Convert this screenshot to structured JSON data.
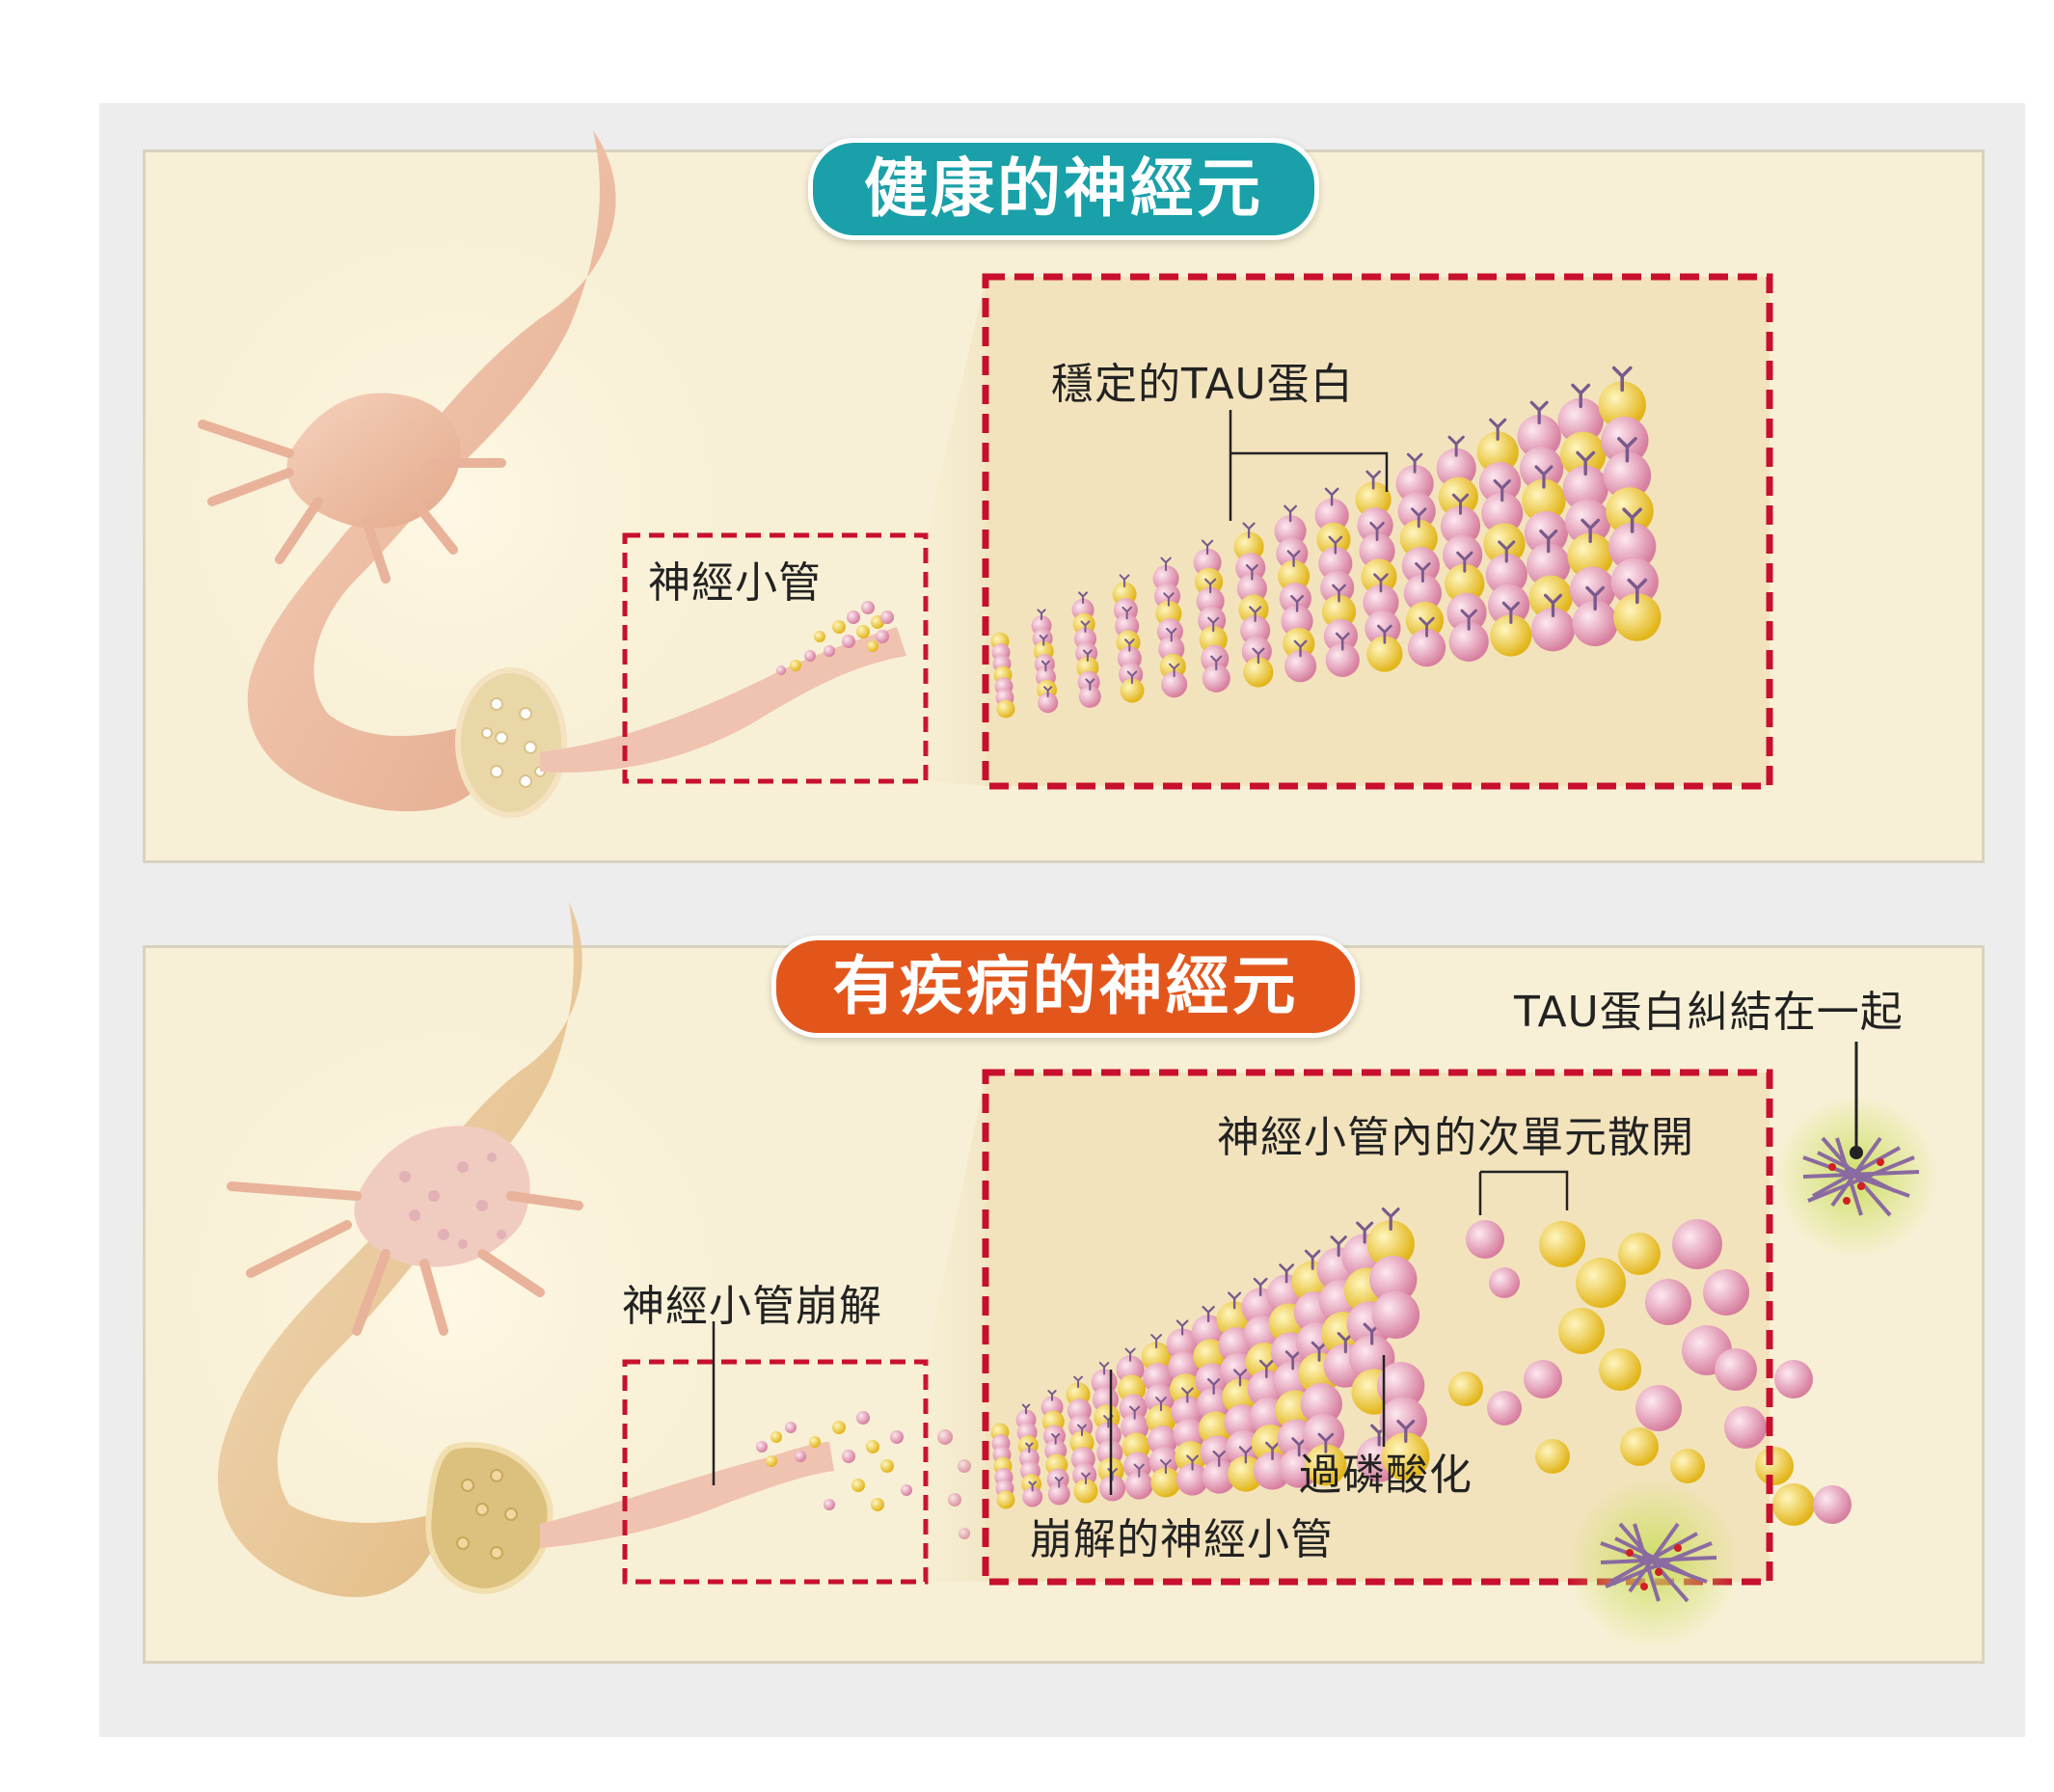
{
  "healthy": {
    "title": "健康的神經元",
    "microtubule_label": "神經小管",
    "tau_label": "穩定的TAU蛋白"
  },
  "diseased": {
    "title": "有疾病的神經元",
    "tangle_label": "TAU蛋白糾結在一起",
    "subunits_label": "神經小管內的次單元散開",
    "collapse_label": "神經小管崩解",
    "phosphorylation_label": "過磷酸化",
    "collapsed_tube_label": "崩解的神經小管"
  },
  "colors": {
    "healthy_badge": "#1aa0a8",
    "diseased_badge": "#e2561c",
    "dashed_frame": "#c8102e",
    "panel_background": "#f8f0d6",
    "tubulin_pink": "#e8a0bc",
    "tubulin_yellow": "#f2d24a",
    "tau_protein": "#7a5a8c",
    "tangle_glow": "#b8d44a"
  }
}
